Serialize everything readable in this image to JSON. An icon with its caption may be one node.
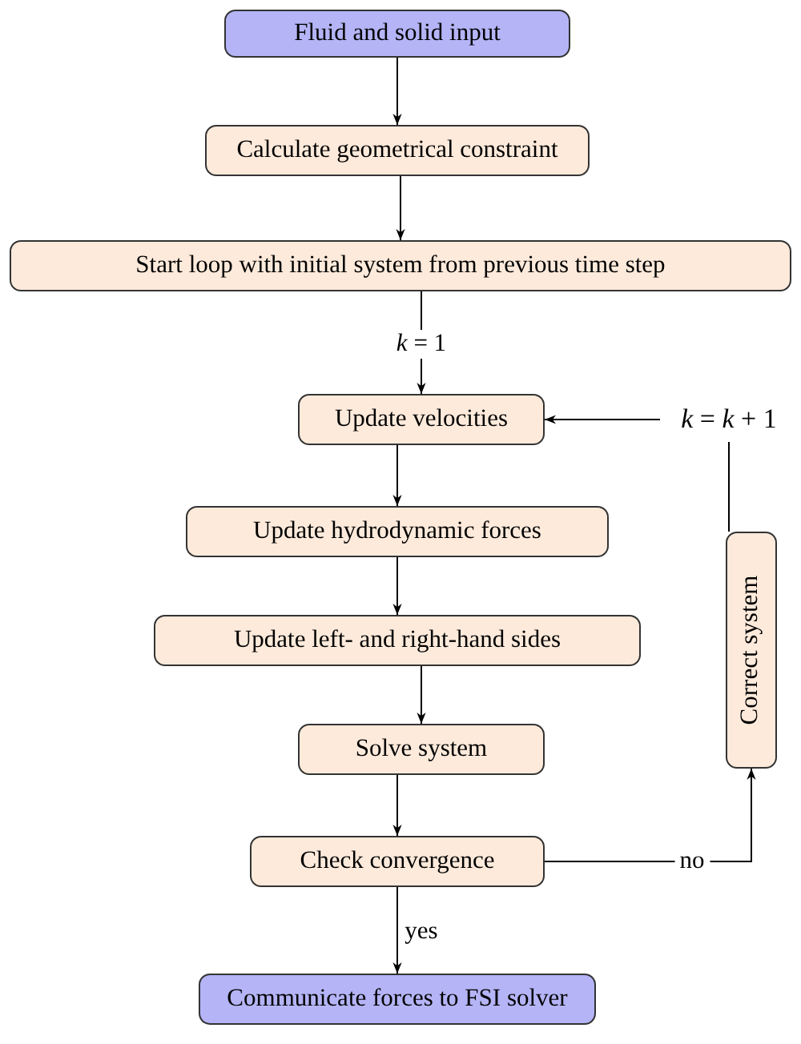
{
  "diagram": {
    "nodes": [
      {
        "text": [
          "Fluid and solid input"
        ]
      },
      {
        "text": [
          "Calculate geometrical constraint"
        ]
      },
      {
        "text": [
          "Start loop with initial system from previous time step"
        ]
      },
      {
        "text": [
          "Update velocities"
        ]
      },
      {
        "text": [
          "Update hydrodynamic forces"
        ]
      },
      {
        "text": [
          "Update left- and right-hand sides"
        ]
      },
      {
        "text": [
          "Solve system"
        ]
      },
      {
        "text": [
          "Check convergence"
        ]
      },
      {
        "text": [
          "Correct system"
        ]
      },
      {
        "text": [
          "*k* = *k* + 1"
        ]
      },
      {
        "text": [
          "Communicate forces to FSI solver"
        ]
      }
    ],
    "edges": [
      {
        "from": 0,
        "to": 1,
        "arrow": "to"
      },
      {
        "from": 1,
        "to": 2,
        "arrow": "to"
      },
      {
        "from": 2,
        "to": 3,
        "arrow": "to",
        "label": "*k* = 1"
      },
      {
        "from": 3,
        "to": 4,
        "arrow": "to"
      },
      {
        "from": 4,
        "to": 5,
        "arrow": "to"
      },
      {
        "from": 5,
        "to": 6,
        "arrow": "to"
      },
      {
        "from": 6,
        "to": 7,
        "arrow": "to"
      },
      {
        "from": 7,
        "to": 10,
        "arrow": "to",
        "label": "yes"
      },
      {
        "from": 7,
        "to": 8,
        "arrow": "to",
        "label": "no"
      },
      {
        "from": 8,
        "to": 9,
        "arrow": "none"
      },
      {
        "from": 9,
        "to": 3,
        "arrow": "to"
      }
    ]
  }
}
